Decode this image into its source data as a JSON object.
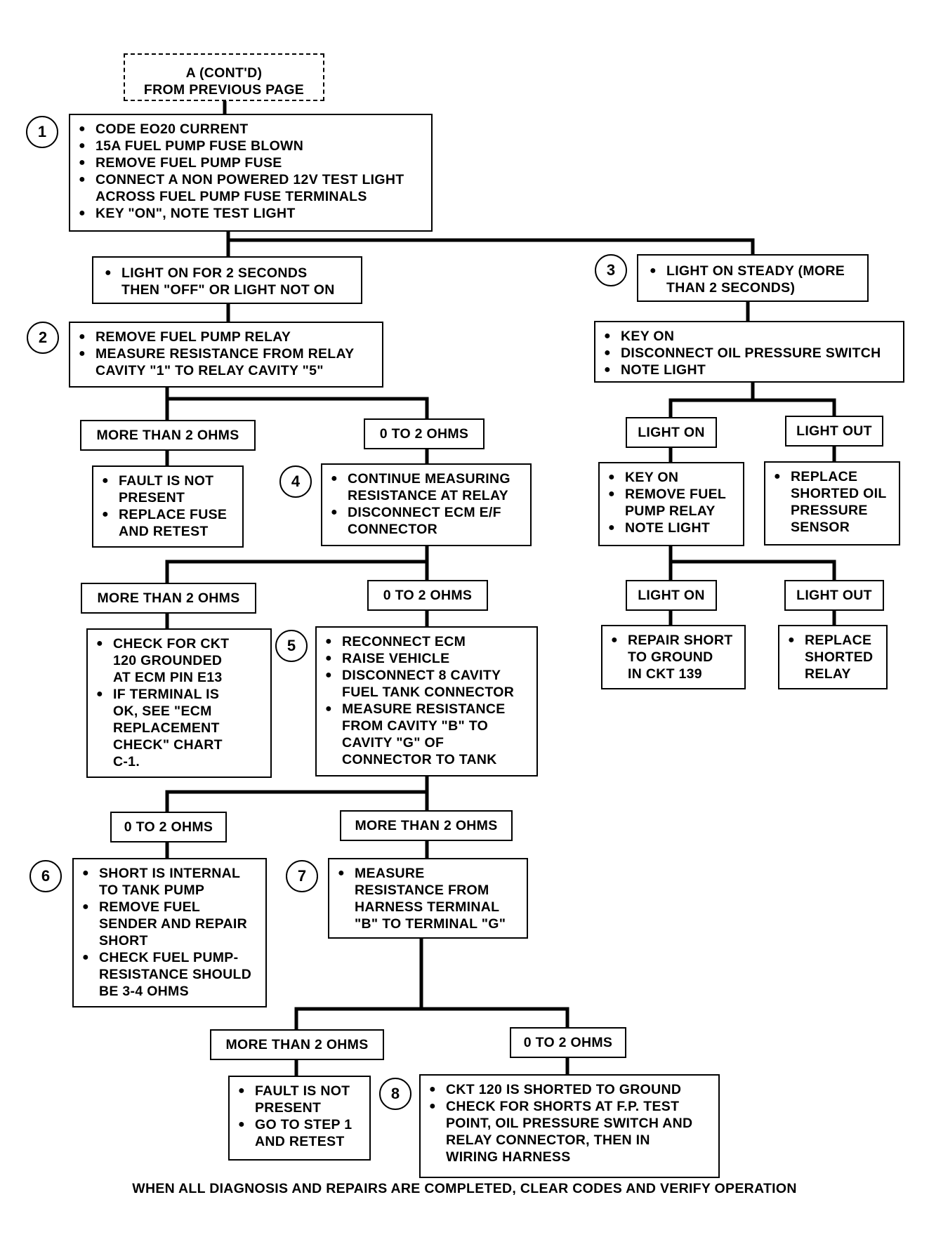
{
  "start": {
    "lines": [
      "A (CONT'D)",
      "FROM PREVIOUS PAGE"
    ]
  },
  "steps": [
    "1",
    "2",
    "3",
    "4",
    "5",
    "6",
    "7",
    "8"
  ],
  "box1": [
    [
      "CODE EO20 CURRENT"
    ],
    [
      "15A FUEL PUMP FUSE BLOWN"
    ],
    [
      "REMOVE FUEL PUMP FUSE"
    ],
    [
      "CONNECT A NON POWERED 12V TEST LIGHT",
      "ACROSS FUEL PUMP FUSE TERMINALS"
    ],
    [
      "KEY \"ON\", NOTE TEST LIGHT"
    ]
  ],
  "cond_light_2s": [
    [
      "LIGHT ON FOR 2 SECONDS",
      "THEN \"OFF\" OR LIGHT NOT ON"
    ]
  ],
  "cond_light_steady": [
    [
      "LIGHT ON STEADY (MORE",
      "THAN 2 SECONDS)"
    ]
  ],
  "box2": [
    [
      "REMOVE FUEL PUMP RELAY"
    ],
    [
      "MEASURE RESISTANCE FROM RELAY",
      "CAVITY \"1\" TO RELAY CAVITY \"5\""
    ]
  ],
  "box3": [
    [
      "KEY ON"
    ],
    [
      "DISCONNECT OIL PRESSURE SWITCH"
    ],
    [
      "NOTE LIGHT"
    ]
  ],
  "labels": {
    "more_a": "MORE THAN 2 OHMS",
    "zero_a": "0 TO 2 OHMS",
    "light_on_a": "LIGHT ON",
    "light_out_a": "LIGHT OUT",
    "more_b": "MORE THAN 2 OHMS",
    "zero_b": "0 TO 2 OHMS",
    "light_on_b": "LIGHT ON",
    "light_out_b": "LIGHT OUT",
    "zero_c": "0 TO 2 OHMS",
    "more_c": "MORE THAN 2 OHMS",
    "more_d": "MORE THAN 2 OHMS",
    "zero_d": "0 TO 2 OHMS"
  },
  "box_fault_a": [
    [
      "FAULT IS NOT",
      "PRESENT"
    ],
    [
      "REPLACE FUSE",
      "AND RETEST"
    ]
  ],
  "box4": [
    [
      "CONTINUE MEASURING",
      "RESISTANCE AT RELAY"
    ],
    [
      "DISCONNECT ECM E/F",
      "CONNECTOR"
    ]
  ],
  "box_key_relay": [
    [
      "KEY ON"
    ],
    [
      "REMOVE FUEL",
      "PUMP RELAY"
    ],
    [
      "NOTE LIGHT"
    ]
  ],
  "box_replace_sensor": [
    [
      "REPLACE",
      "SHORTED OIL",
      "PRESSURE",
      "SENSOR"
    ]
  ],
  "box_ckt120": [
    [
      "CHECK FOR CKT",
      "120 GROUNDED",
      "AT ECM PIN E13"
    ],
    [
      "IF TERMINAL IS",
      "OK, SEE \"ECM",
      "REPLACEMENT",
      "CHECK\" CHART",
      "C-1."
    ]
  ],
  "box5": [
    [
      "RECONNECT ECM"
    ],
    [
      "RAISE VEHICLE"
    ],
    [
      "DISCONNECT 8 CAVITY",
      "FUEL TANK CONNECTOR"
    ],
    [
      "MEASURE RESISTANCE",
      "FROM CAVITY \"B\" TO",
      "CAVITY \"G\" OF",
      "CONNECTOR TO TANK"
    ]
  ],
  "box_repair_139": [
    [
      "REPAIR SHORT",
      "TO GROUND",
      "IN CKT 139"
    ]
  ],
  "box_replace_relay": [
    [
      "REPLACE",
      "SHORTED",
      "RELAY"
    ]
  ],
  "box6": [
    [
      "SHORT IS INTERNAL",
      "TO TANK PUMP"
    ],
    [
      "REMOVE FUEL",
      "SENDER AND REPAIR",
      "SHORT"
    ],
    [
      "CHECK FUEL PUMP-",
      "RESISTANCE SHOULD",
      "BE 3-4 OHMS"
    ]
  ],
  "box7": [
    [
      "MEASURE",
      "RESISTANCE FROM",
      "HARNESS TERMINAL",
      "\"B\" TO TERMINAL \"G\""
    ]
  ],
  "box_fault_b": [
    [
      "FAULT IS NOT",
      "PRESENT"
    ],
    [
      "GO TO STEP 1",
      "AND RETEST"
    ]
  ],
  "box8": [
    [
      "CKT 120 IS SHORTED TO GROUND"
    ],
    [
      "CHECK FOR SHORTS AT F.P. TEST",
      "POINT, OIL PRESSURE SWITCH AND",
      "RELAY CONNECTOR, THEN IN",
      "WIRING HARNESS"
    ]
  ],
  "footer": "WHEN ALL DIAGNOSIS AND REPAIRS ARE COMPLETED, CLEAR CODES AND VERIFY OPERATION"
}
